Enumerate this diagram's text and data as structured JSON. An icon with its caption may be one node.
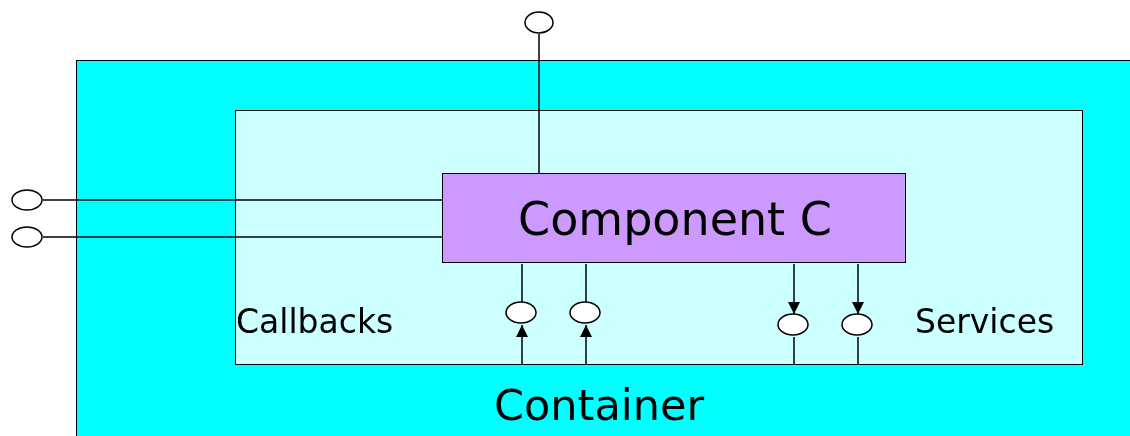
{
  "diagram": {
    "nodes": [
      {
        "text": [],
        "shape": "circle"
      },
      {
        "text": [],
        "shape": "circle"
      },
      {
        "text": [],
        "shape": "circle"
      },
      {
        "text": [
          "Container"
        ]
      },
      {
        "text": [
          "Callbacks",
          "Services"
        ],
        "in": 3
      },
      {
        "text": [
          "Component C"
        ],
        "in": 4
      },
      {
        "text": [],
        "shape": "circle",
        "in": 4
      },
      {
        "text": [],
        "shape": "circle",
        "in": 4
      },
      {
        "text": [],
        "shape": "circle",
        "in": 4
      },
      {
        "text": [],
        "shape": "circle",
        "in": 4
      }
    ],
    "edges": [
      {
        "from": 0,
        "to": 5,
        "arrow": "none"
      },
      {
        "from": 1,
        "to": 5,
        "arrow": "none"
      },
      {
        "from": 2,
        "to": 5,
        "arrow": "none"
      },
      {
        "from": 5,
        "to": 6,
        "arrow": "none"
      },
      {
        "from": 4,
        "to": 6,
        "arrow": "to"
      },
      {
        "from": 5,
        "to": 7,
        "arrow": "none"
      },
      {
        "from": 4,
        "to": 7,
        "arrow": "to"
      },
      {
        "from": 5,
        "to": 8,
        "arrow": "to"
      },
      {
        "from": 8,
        "to": 4,
        "arrow": "none"
      },
      {
        "from": 5,
        "to": 9,
        "arrow": "to"
      },
      {
        "from": 9,
        "to": 4,
        "arrow": "none"
      }
    ]
  }
}
